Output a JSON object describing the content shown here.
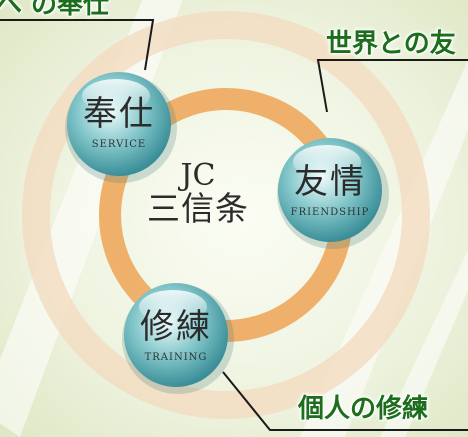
{
  "callouts": {
    "service": "へ の奉仕",
    "friendship": "世界との友",
    "training": "個人の修練"
  },
  "center": {
    "line1": "JC",
    "line2": "三信条"
  },
  "nodes": {
    "service": {
      "kanji": "奉仕",
      "roman": "SERVICE"
    },
    "friendship": {
      "kanji": "友情",
      "roman": "FRIENDSHIP"
    },
    "training": {
      "kanji": "修練",
      "roman": "TRAINING"
    }
  },
  "colors": {
    "background": "#f3f6e8",
    "outer_ring": "#f3dcc0",
    "inner_ring": "#eeb06a",
    "bubble_light": "#eefbfb",
    "bubble_mid": "#7fc4c8",
    "bubble_dark": "#3b8e98",
    "leader_line": "#1a1a1a",
    "callout_text": "#1c6d1c"
  }
}
